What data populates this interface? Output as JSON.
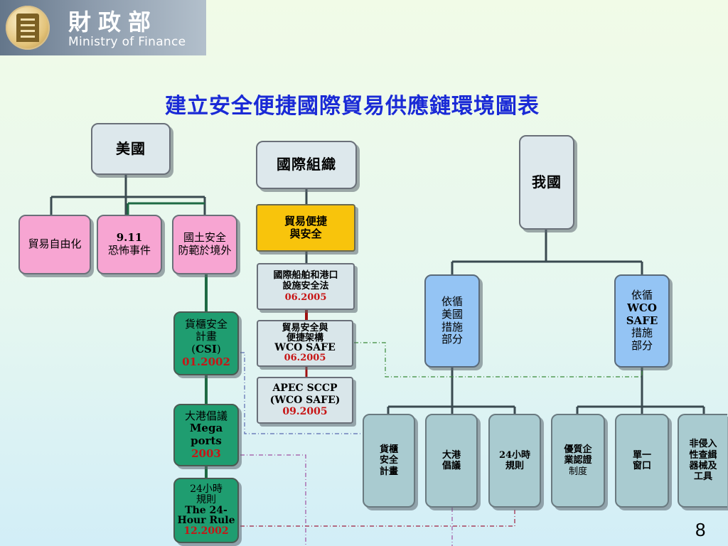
{
  "header": {
    "logo_zh": "財政部",
    "logo_en": "Ministry of Finance"
  },
  "title": "建立安全便捷國際貿易供應鏈環境圖表",
  "usa": {
    "label": "美國",
    "children": {
      "free_trade": "貿易自由化",
      "event_line1": "9.11",
      "event_line2": "恐怖事件",
      "homeland_line1": "國土安全",
      "homeland_line2": "防範於境外"
    },
    "csi": {
      "line1": "貨櫃安全",
      "line2": "計畫",
      "line3_pre": "(",
      "line3_code": "CSI",
      "line3_post": ")",
      "date": "01.2002"
    },
    "megaports": {
      "line1": "大港倡議",
      "line2": "Mega ports",
      "date": "2003"
    },
    "rule24": {
      "line1": "24小時",
      "line2": "規則",
      "line3": "The 24-",
      "line4": "Hour Rule",
      "date": "12.2002"
    }
  },
  "intl": {
    "label": "國際組織",
    "facilitation_line1": "貿易便捷",
    "facilitation_line2": "與安全",
    "isps": {
      "line1": "國際船舶和港口",
      "line2": "設施安全法",
      "date": "06.2005"
    },
    "framework": {
      "line1": "貿易安全與",
      "line2": "便捷架構",
      "line3": "WCO SAFE",
      "date": "06.2005"
    },
    "sccp": {
      "line1": "APEC SCCP",
      "line2": "(WCO SAFE)",
      "date": "09.2005"
    }
  },
  "taiwan": {
    "label": "我國",
    "us_measures": {
      "line1": "依循",
      "line2": "美國",
      "line3": "措施",
      "line4": "部分"
    },
    "wco_measures": {
      "line1": "依循",
      "line2": "WCO",
      "line3": "SAFE",
      "line4": "措施",
      "line5": "部分"
    },
    "leaves": {
      "csi_line1": "貨櫃",
      "csi_line2": "安全",
      "csi_line3": "計畫",
      "mega_line1": "大港",
      "mega_line2": "倡議",
      "rule_line1": "24小時",
      "rule_line2": "規則",
      "aeo_line1": "優質企",
      "aeo_line2": "業認證",
      "aeo_line3": "制度",
      "window_line1": "單一",
      "window_line2": "窗口",
      "nii_line1": "非侵入",
      "nii_line2": "性查緝",
      "nii_line3": "器械及",
      "nii_line4": "工具"
    }
  },
  "page_number": "8",
  "colors": {
    "title": "#1a2ad6",
    "date_red": "#c71515",
    "pink_box": "#f7a5d2",
    "green_box": "#1f9d70",
    "yellow_box": "#f8c40c",
    "blue_box": "#94c4f4",
    "teal_box": "#a9cbd0"
  }
}
